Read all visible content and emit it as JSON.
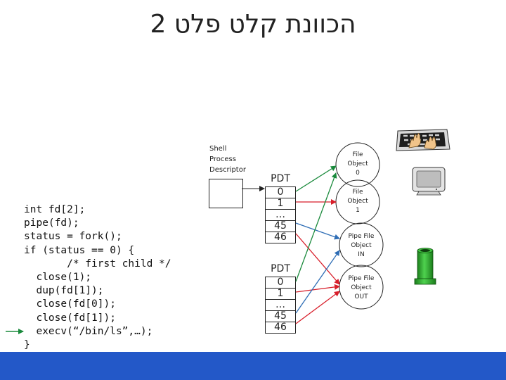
{
  "title": "הכוונת קלט פלט 2",
  "code_lines": [
    "int fd[2];",
    "pipe(fd);",
    "status = fork();",
    "if (status == 0) {",
    "       /* first child */",
    "  close(1);",
    "  dup(fd[1]);",
    "  close(fd[0]);",
    "  close(fd[1]);",
    "  execv(“/bin/ls”,…);",
    "}"
  ],
  "shell_label": [
    "Shell",
    "Process",
    "Descriptor"
  ],
  "pdt_parent": {
    "header": "PDT",
    "cells": [
      "0",
      "1",
      "…",
      "45",
      "46"
    ]
  },
  "pdt_child": {
    "header": "PDT",
    "cells": [
      "0",
      "1",
      "…",
      "45",
      "46"
    ]
  },
  "objects": [
    {
      "lines": [
        "File",
        "Object",
        "0"
      ]
    },
    {
      "lines": [
        "File",
        "Object",
        "1"
      ]
    },
    {
      "lines": [
        "Pipe File",
        "Object",
        "IN"
      ]
    },
    {
      "lines": [
        "Pipe File",
        "Object",
        "OUT"
      ]
    }
  ],
  "icons": [
    "keyboard-icon",
    "monitor-icon",
    "pipe-icon"
  ],
  "colors": {
    "arrow_green": "#1a8a3c",
    "arrow_red": "#d81e2a",
    "arrow_blue": "#2e6db5",
    "pipe_green": "#2ea82e",
    "bottom_bar": "#2358c8"
  }
}
